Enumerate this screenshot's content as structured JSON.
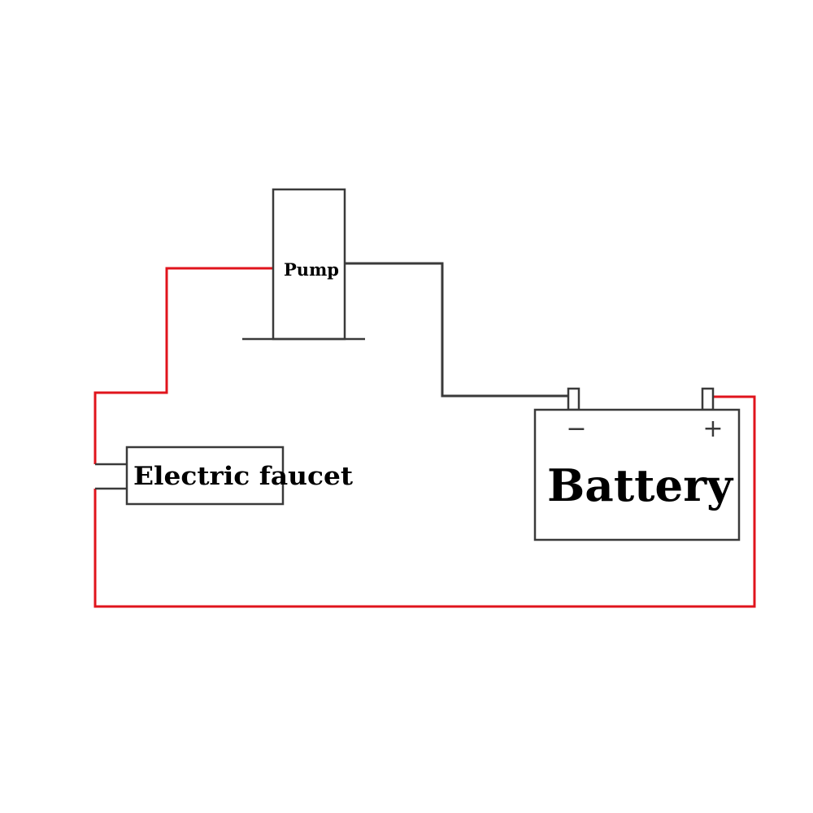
{
  "components": {
    "pump": {
      "label": "Pump"
    },
    "faucet": {
      "label": "Electric faucet"
    },
    "battery": {
      "label": "Battery",
      "negative_symbol": "−",
      "positive_symbol": "+"
    }
  },
  "colors": {
    "red_wire": "#e0141c",
    "dark_wire": "#3a3a3a",
    "outline": "#3a3a3a"
  }
}
